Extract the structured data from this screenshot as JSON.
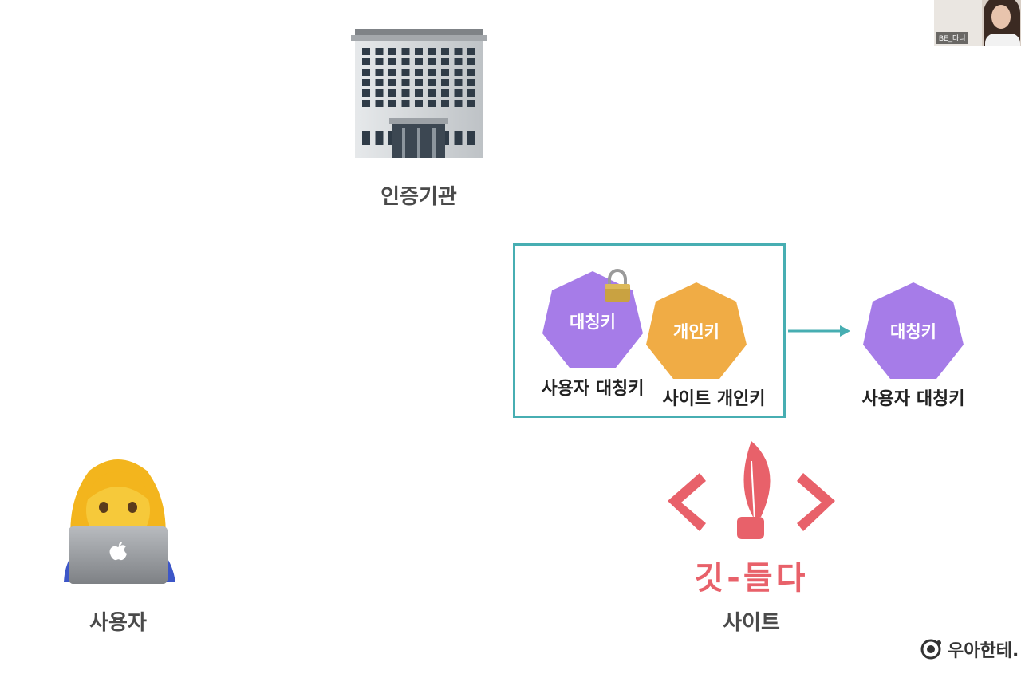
{
  "video": {
    "name": "BE_다니"
  },
  "nodes": {
    "authority": "인증기관",
    "user": "사용자",
    "site": "사이트"
  },
  "box": {
    "user_key_shape": "대칭키",
    "user_key_label": "사용자 대칭키",
    "site_key_shape": "개인키",
    "site_key_label": "사이트 개인키"
  },
  "result": {
    "key_shape": "대칭키",
    "key_label": "사용자 대칭키"
  },
  "logo": {
    "text": "깃-들다"
  },
  "brand": {
    "text": "우아한테."
  },
  "colors": {
    "symmetric_key": "#a67ce8",
    "private_key": "#f0ac45",
    "box_border": "#47aeb2",
    "logo": "#e8616a"
  },
  "icons": [
    "office-building-icon",
    "lock-icon",
    "woman-technologist-icon",
    "arrow-right-icon",
    "quill-icon",
    "brand-logo-icon"
  ]
}
